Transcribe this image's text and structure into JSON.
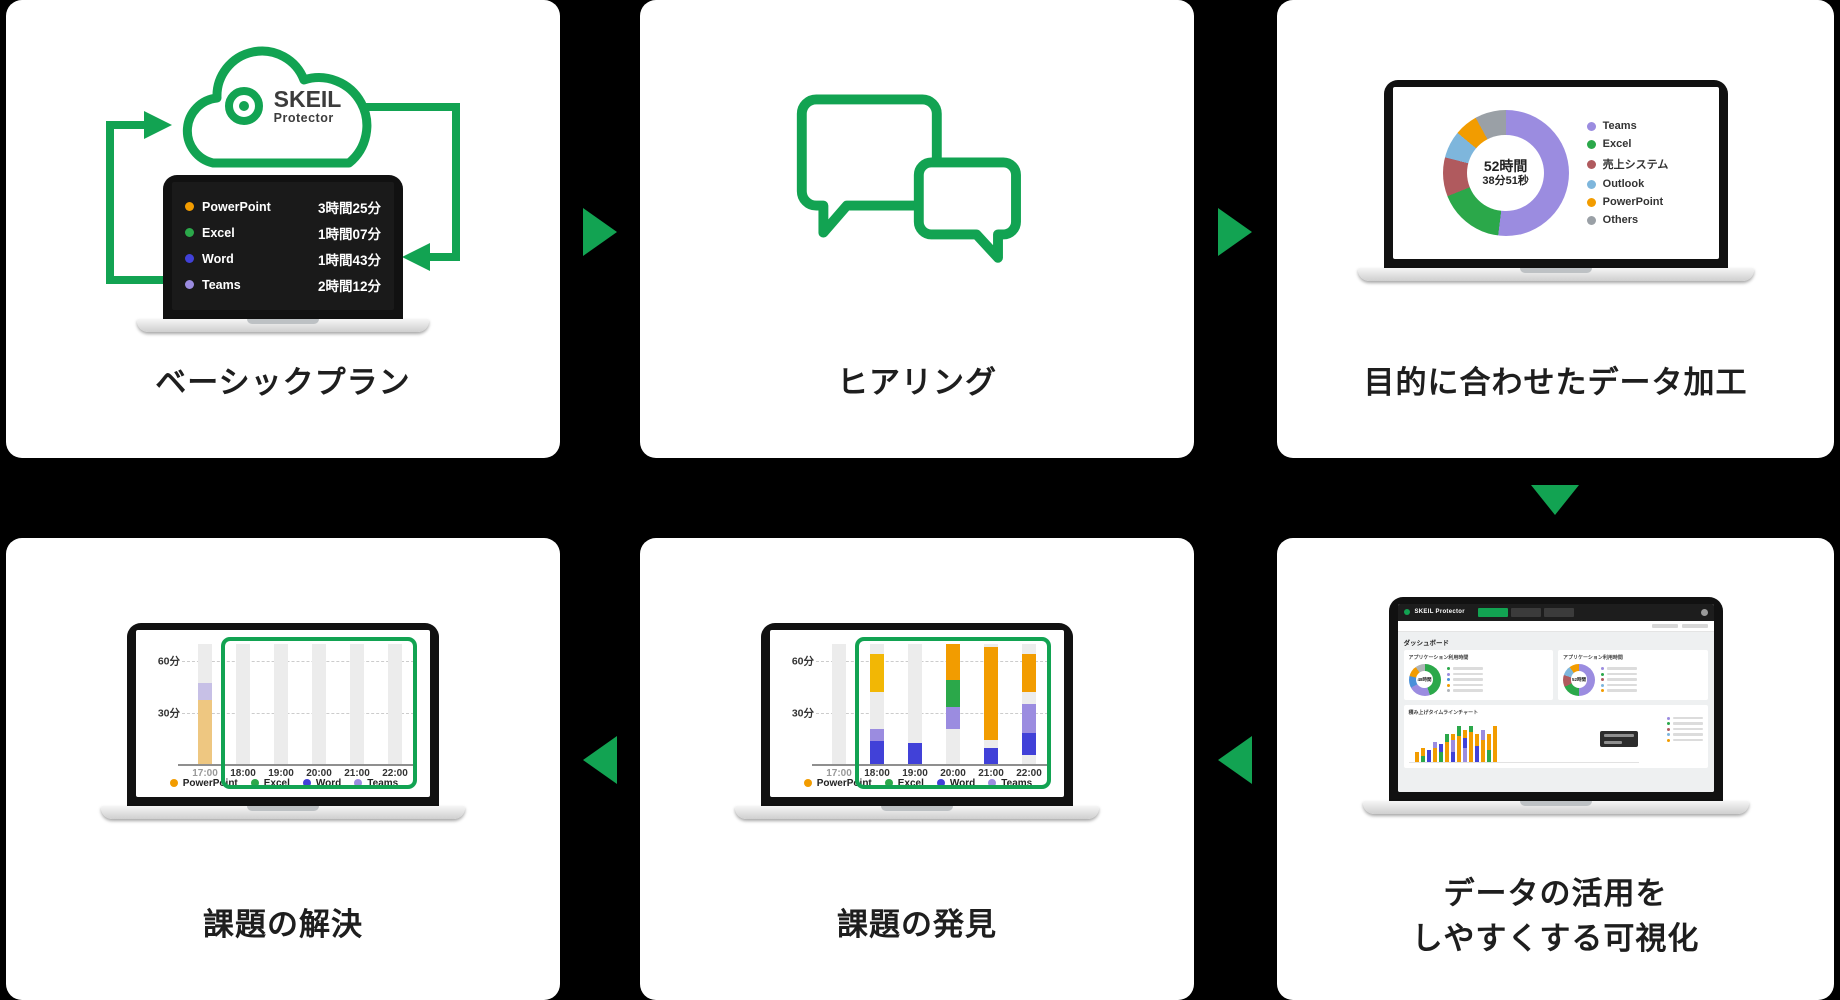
{
  "background": "#000000",
  "accent_green": "#12A352",
  "panel_basic": {
    "title": "ベーシックプラン",
    "logo_title": "SKEIL",
    "logo_sub": "Protector",
    "usage": [
      {
        "app": "PowerPoint",
        "time": "3時間25分",
        "color": "#F29C00"
      },
      {
        "app": "Excel",
        "time": "1時間07分",
        "color": "#2BA84A"
      },
      {
        "app": "Word",
        "time": "1時間43分",
        "color": "#4141D8"
      },
      {
        "app": "Teams",
        "time": "2時間12分",
        "color": "#9B8CE0"
      }
    ]
  },
  "panel_hearing": {
    "title": "ヒアリング"
  },
  "panel_processing": {
    "title": "目的に合わせたデータ加工",
    "donut_center_top": "52時間",
    "donut_center_bottom": "38分51秒",
    "segments": [
      {
        "label": "Teams",
        "value": 52,
        "color": "#9B8CE0"
      },
      {
        "label": "Excel",
        "value": 17,
        "color": "#2BA84A"
      },
      {
        "label": "売上システム",
        "value": 10,
        "color": "#B05A5E"
      },
      {
        "label": "Outlook",
        "value": 7,
        "color": "#7EB6DC"
      },
      {
        "label": "PowerPoint",
        "value": 6,
        "color": "#F29C00"
      },
      {
        "label": "Others",
        "value": 8,
        "color": "#9AA0A6"
      }
    ]
  },
  "panel_visualization": {
    "title_line1": "データの活用を",
    "title_line2": "しやすくする可視化",
    "dashboard": {
      "brand": "SKEIL Protector",
      "heading": "ダッシュボード",
      "card1_title": "アプリケーション利用時間",
      "card2_title": "アプリケーション利用時間",
      "donut1_center": "48時間",
      "donut2_center": "52時間",
      "timeline_title": "積み上げタイムラインチャート",
      "donut1_segments": [
        {
          "color": "#2BA84A",
          "value": 45
        },
        {
          "color": "#9B8CE0",
          "value": 22
        },
        {
          "color": "#4A90D9",
          "value": 12
        },
        {
          "color": "#F29C00",
          "value": 11
        },
        {
          "color": "#B0B4B8",
          "value": 10
        }
      ],
      "donut2_segments": [
        {
          "color": "#9B8CE0",
          "value": 50
        },
        {
          "color": "#2BA84A",
          "value": 18
        },
        {
          "color": "#B05A5E",
          "value": 12
        },
        {
          "color": "#7EB6DC",
          "value": 10
        },
        {
          "color": "#F29C00",
          "value": 10
        }
      ],
      "timeline_bars": [
        [
          [
            "#F29C00",
            10
          ]
        ],
        [
          [
            "#2BA84A",
            6
          ],
          [
            "#F29C00",
            8
          ]
        ],
        [
          [
            "#4141D8",
            12
          ]
        ],
        [
          [
            "#F29C00",
            14
          ],
          [
            "#9B8CE0",
            6
          ]
        ],
        [
          [
            "#2BA84A",
            10
          ],
          [
            "#4141D8",
            8
          ]
        ],
        [
          [
            "#F29C00",
            20
          ],
          [
            "#2BA84A",
            8
          ]
        ],
        [
          [
            "#4141D8",
            10
          ],
          [
            "#9B8CE0",
            12
          ],
          [
            "#F29C00",
            6
          ]
        ],
        [
          [
            "#F29C00",
            26
          ],
          [
            "#2BA84A",
            10
          ]
        ],
        [
          [
            "#9B8CE0",
            14
          ],
          [
            "#4141D8",
            10
          ],
          [
            "#F29C00",
            8
          ]
        ],
        [
          [
            "#F29C00",
            30
          ],
          [
            "#2BA84A",
            6
          ]
        ],
        [
          [
            "#4141D8",
            16
          ],
          [
            "#F29C00",
            12
          ]
        ],
        [
          [
            "#F29C00",
            22
          ],
          [
            "#9B8CE0",
            10
          ]
        ],
        [
          [
            "#2BA84A",
            12
          ],
          [
            "#F29C00",
            16
          ]
        ],
        [
          [
            "#F29C00",
            36
          ]
        ]
      ]
    }
  },
  "chart_common": {
    "ymax": 70,
    "y_ticks": [
      "60分",
      "30分"
    ],
    "x_ticks": [
      "17:00",
      "18:00",
      "19:00",
      "20:00",
      "21:00",
      "22:00"
    ],
    "legend": [
      {
        "label": "PowerPoint",
        "color": "#F29C00"
      },
      {
        "label": "Excel",
        "color": "#2BA84A"
      },
      {
        "label": "Word",
        "color": "#4141D8"
      },
      {
        "label": "Teams",
        "color": "#9B8CE0"
      }
    ]
  },
  "panel_discovery": {
    "title": "課題の発見",
    "chart": {
      "bars": [
        {
          "segments": []
        },
        {
          "segments": [
            {
              "color": "#4141D8",
              "value": 13
            },
            {
              "color": "#9B8CE0",
              "value": 7
            },
            {
              "color": "gap",
              "value": 22
            },
            {
              "color": "#F2B705",
              "value": 22
            }
          ]
        },
        {
          "segments": [
            {
              "color": "#4141D8",
              "value": 12
            }
          ]
        },
        {
          "segments": [
            {
              "color": "gap",
              "value": 20
            },
            {
              "color": "#9B8CE0",
              "value": 13
            },
            {
              "color": "#2BA84A",
              "value": 16
            },
            {
              "color": "#F29C00",
              "value": 21
            }
          ]
        },
        {
          "segments": [
            {
              "color": "#4141D8",
              "value": 9
            },
            {
              "color": "gap",
              "value": 5
            },
            {
              "color": "#F29C00",
              "value": 54
            }
          ]
        },
        {
          "segments": [
            {
              "color": "gap",
              "value": 5
            },
            {
              "color": "#4141D8",
              "value": 13
            },
            {
              "color": "#9B8CE0",
              "value": 17
            },
            {
              "color": "gap",
              "value": 7
            },
            {
              "color": "#F29C00",
              "value": 22
            }
          ]
        }
      ]
    }
  },
  "panel_solution": {
    "title": "課題の解決",
    "chart": {
      "bars": [
        {
          "faded": true,
          "segments": [
            {
              "color": "#F29C00",
              "value": 37
            },
            {
              "color": "#9B8CE0",
              "value": 10
            }
          ]
        },
        {
          "segments": []
        },
        {
          "segments": []
        },
        {
          "segments": []
        },
        {
          "segments": []
        },
        {
          "segments": []
        }
      ]
    }
  }
}
